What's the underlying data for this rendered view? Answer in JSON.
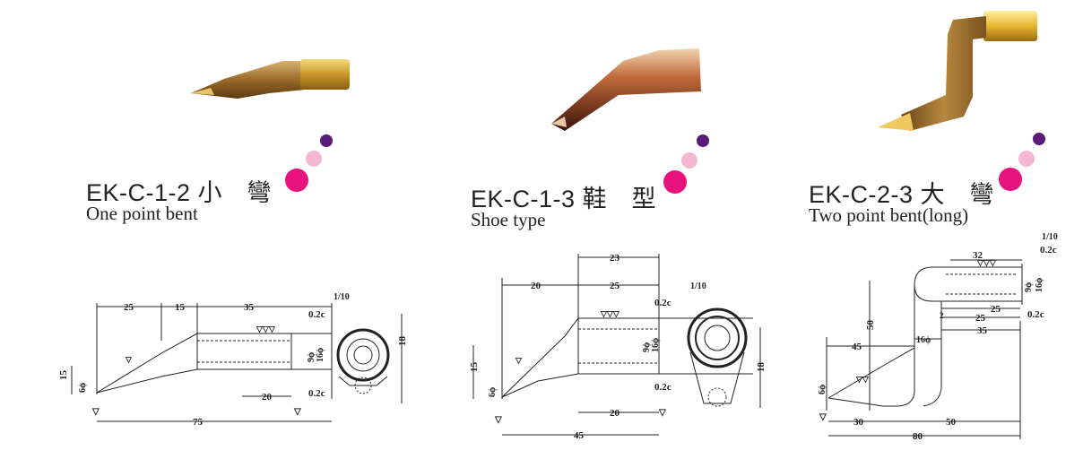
{
  "products": [
    {
      "code": "EK-C-1-2 小　彎",
      "description": "One point bent",
      "dims": {
        "d25": "25",
        "d15": "15",
        "d35": "35",
        "ratio": "1/10",
        "chamfer_top": "0.2c",
        "d15v": "15",
        "d6phi": "6ϕ",
        "d9phi": "9ϕ",
        "d16phi": "16ϕ",
        "d20": "20",
        "chamfer_bot": "0.2c",
        "d75": "75",
        "d18": "18"
      }
    },
    {
      "code": "EK-C-1-3 鞋　型",
      "description": "Shoe type",
      "dims": {
        "d23": "23",
        "d20top": "20",
        "d25": "25",
        "ratio": "1/10",
        "chamfer_top": "0.2c",
        "d15v": "15",
        "d6phi": "6ϕ",
        "d9phi": "9ϕ",
        "d16phi": "16ϕ",
        "chamfer_bot": "0.2c",
        "d20": "20",
        "d45": "45",
        "d18": "18"
      }
    },
    {
      "code": "EK-C-2-3 大　彎",
      "description": "Two point bent(long)",
      "dims": {
        "ratio": "1/10",
        "d32": "32",
        "chamfer_top": "0.2c",
        "d9phi": "9ϕ",
        "d16phi": "16ϕ",
        "d50v": "50",
        "d25a": "25",
        "d2": "2",
        "d25b": "25",
        "chamfer_bot": "0.2c",
        "d45": "45",
        "d16phi_mid": "16ϕ",
        "d35": "35",
        "d6phi": "6ϕ",
        "d30": "30",
        "d50": "50",
        "d80": "80"
      }
    }
  ],
  "colors": {
    "dot_small": "#5a1a78",
    "dot_mid": "#f4b8d2",
    "dot_large": "#e8127c",
    "copper": "#b8863a",
    "gold": "#e6b530"
  },
  "icons": [
    "soldering-tip-photo",
    "decorative-dots"
  ]
}
